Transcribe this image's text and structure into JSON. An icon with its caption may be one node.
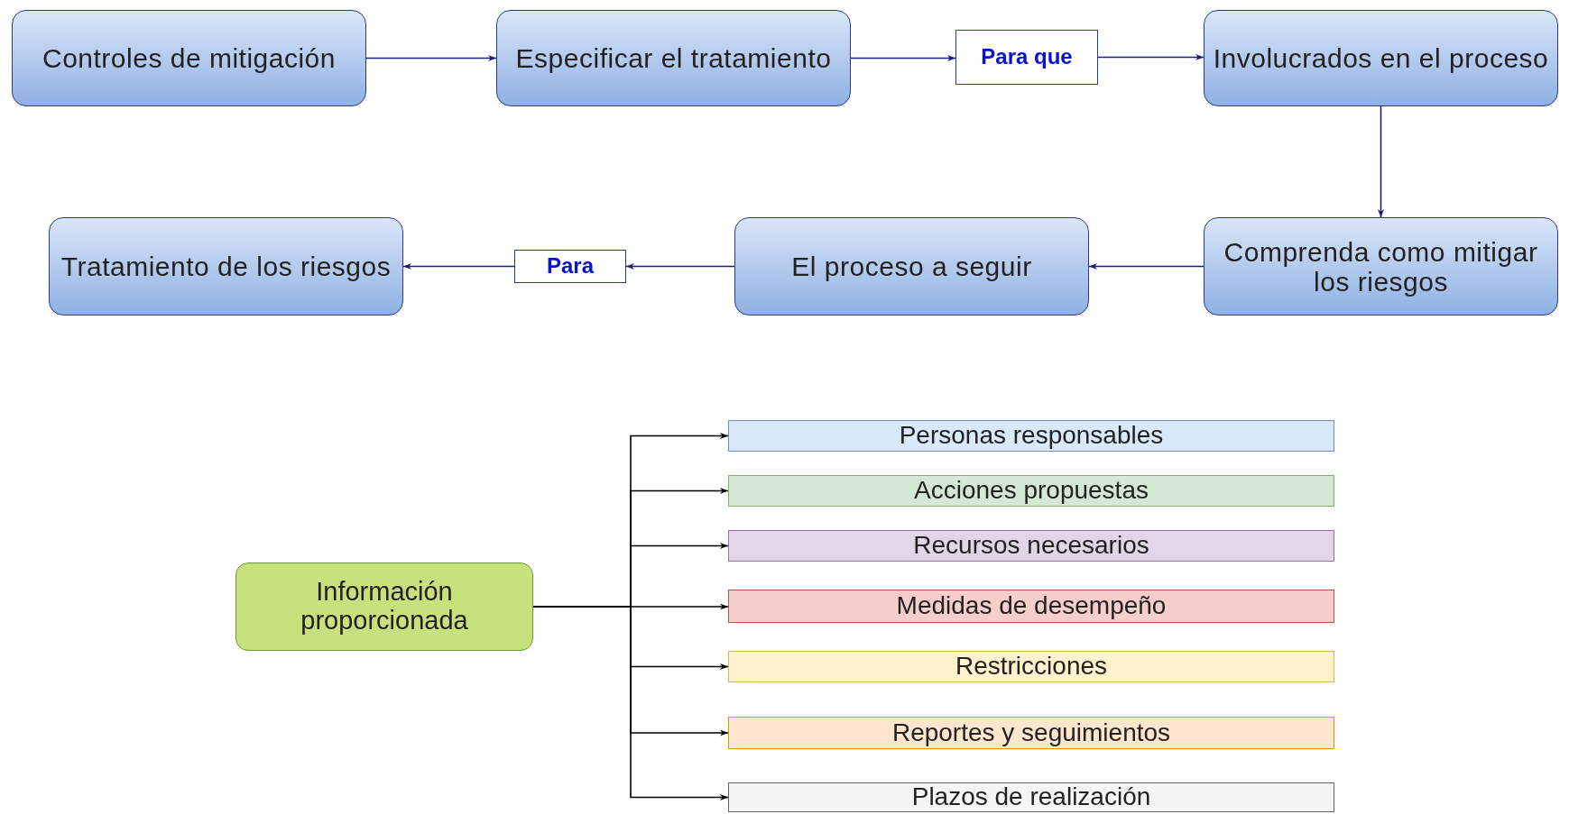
{
  "diagram": {
    "nodes": [
      {
        "text": [
          "Controles de mitigación"
        ]
      },
      {
        "text": [
          "Especificar el tratamiento"
        ]
      },
      {
        "text": [
          "Para que"
        ]
      },
      {
        "text": [
          "Involucrados en el proceso"
        ]
      },
      {
        "text": [
          "Comprenda como mitigar los riesgos"
        ]
      },
      {
        "text": [
          "El proceso a seguir"
        ]
      },
      {
        "text": [
          "Para"
        ]
      },
      {
        "text": [
          "Tratamiento de los riesgos"
        ]
      },
      {
        "text": [
          "Información proporcionada"
        ]
      },
      {
        "text": [
          "Personas responsables"
        ]
      },
      {
        "text": [
          "Acciones propuestas"
        ]
      },
      {
        "text": [
          "Recursos necesarios"
        ]
      },
      {
        "text": [
          "Medidas de desempeño"
        ]
      },
      {
        "text": [
          "Restricciones"
        ]
      },
      {
        "text": [
          "Reportes y seguimientos"
        ]
      },
      {
        "text": [
          "Plazos de realización"
        ]
      }
    ],
    "edges": [
      {
        "from": 0,
        "to": 1,
        "arrow": "to"
      },
      {
        "from": 1,
        "to": 2,
        "arrow": "to"
      },
      {
        "from": 2,
        "to": 3,
        "arrow": "to"
      },
      {
        "from": 3,
        "to": 4,
        "arrow": "to"
      },
      {
        "from": 4,
        "to": 5,
        "arrow": "to"
      },
      {
        "from": 5,
        "to": 6,
        "arrow": "to"
      },
      {
        "from": 6,
        "to": 7,
        "arrow": "to"
      },
      {
        "from": 8,
        "to": 9,
        "arrow": "to",
        "color": "#000000"
      },
      {
        "from": 8,
        "to": 10,
        "arrow": "to",
        "color": "#000000"
      },
      {
        "from": 8,
        "to": 11,
        "arrow": "to",
        "color": "#000000"
      },
      {
        "from": 8,
        "to": 12,
        "arrow": "to",
        "color": "#000000"
      },
      {
        "from": 8,
        "to": 13,
        "arrow": "to",
        "color": "#000000"
      },
      {
        "from": 8,
        "to": 14,
        "arrow": "to",
        "color": "#000000"
      },
      {
        "from": 8,
        "to": 15,
        "arrow": "to",
        "color": "#000000"
      }
    ]
  }
}
